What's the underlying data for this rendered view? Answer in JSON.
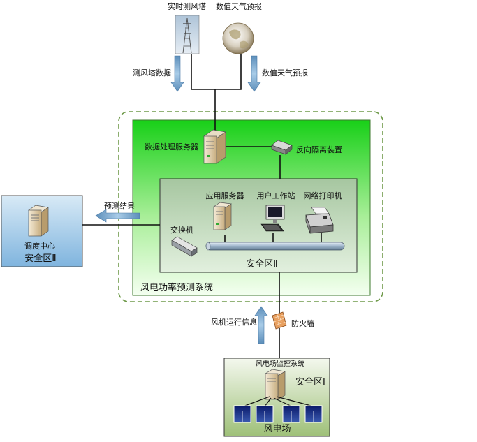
{
  "top": {
    "tower_label": "实时测风塔",
    "weather_label": "数值天气预报",
    "tower_flow": "测风塔数据",
    "weather_flow": "数值天气预报"
  },
  "system": {
    "title": "风电功率预测系统",
    "data_server": "数据处理服务器",
    "reverse_isolation": "反向隔离装置",
    "zone2": {
      "app_server": "应用服务器",
      "workstation": "用户工作站",
      "printer": "网络打印机",
      "switch": "交换机",
      "zone_label": "安全区Ⅱ"
    }
  },
  "dispatch": {
    "center": "调度中心",
    "zone_label": "安全区Ⅱ",
    "flow": "预测结果"
  },
  "farm": {
    "firewall": "防火墙",
    "flow": "风机运行信息",
    "monitor": "风电场监控系统",
    "zone_label": "安全区Ⅰ",
    "name": "风电场"
  },
  "colors": {
    "green_dark": "#18d018",
    "green_light": "#f4fff0",
    "inner_top": "#a6c6a0",
    "inner_bottom": "#e2f0de",
    "dispatch_top": "#d8eaf6",
    "dispatch_bottom": "#7fb4de",
    "farm_top": "#f4f8ee",
    "farm_bottom": "#9ec078",
    "arrow_blue": "#7aaad2",
    "dashed": "#6f9a4a"
  }
}
